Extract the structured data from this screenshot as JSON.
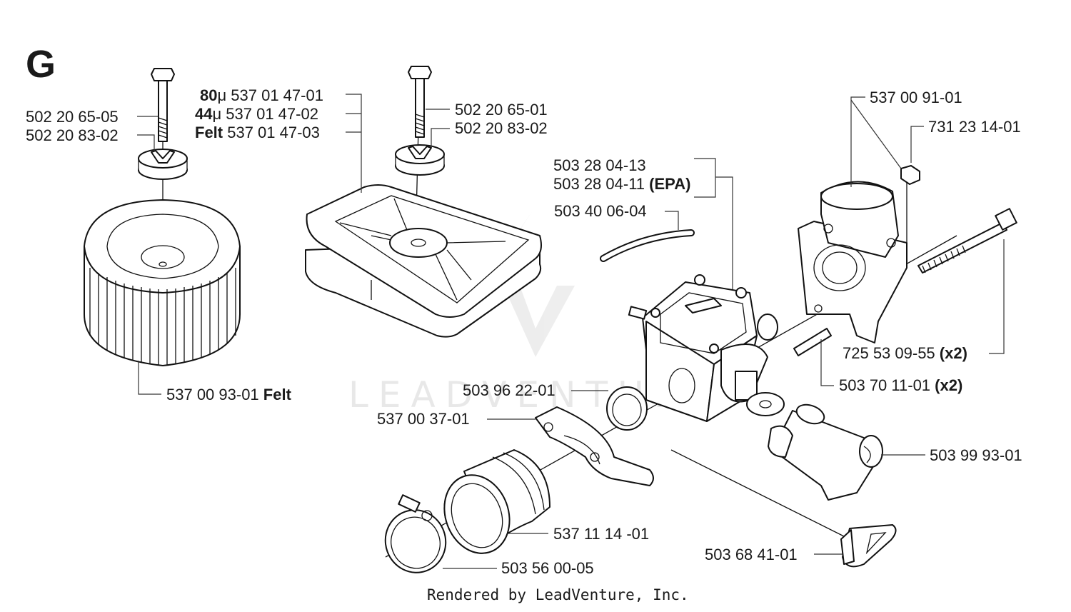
{
  "section_letter": "G",
  "watermark": "LEADVENTURE",
  "footer": "Rendered by LeadVenture, Inc.",
  "labels": {
    "bolt_left": "502 20 65-05",
    "nut_left": "502 20 83-02",
    "filter_80_pre": "80",
    "filter_80_post": "μ 537 01 47-01",
    "filter_44_pre": "44",
    "filter_44_post": "μ 537 01 47-02",
    "filter_felt_pre": "Felt",
    "filter_felt_post": " 537 01 47-03",
    "bolt_mid": "502 20 65-01",
    "nut_mid": "502 20 83-02",
    "filter_left_num": "537 00 93-01 ",
    "filter_left_suffix": "Felt",
    "adapter": "537 00 91-01",
    "nut_hex": "731 23 14-01",
    "carb_a": "503 28 04-13",
    "carb_b_num": "503 28 04-11 ",
    "carb_b_suffix": "(EPA)",
    "hose": "503 40 06-04",
    "screw_num": "725 53 09-55 ",
    "screw_qty": "(x2)",
    "sleeve_num": "503 70 11-01 ",
    "sleeve_qty": "(x2)",
    "ring": "503 96 22-01",
    "clamp_bracket": "537 00 37-01",
    "boot": "537 11 14 -01",
    "boot_clamp": "503 56 00-05",
    "throttle": "503 99 93-01",
    "grommet": "503 68 41-01"
  }
}
